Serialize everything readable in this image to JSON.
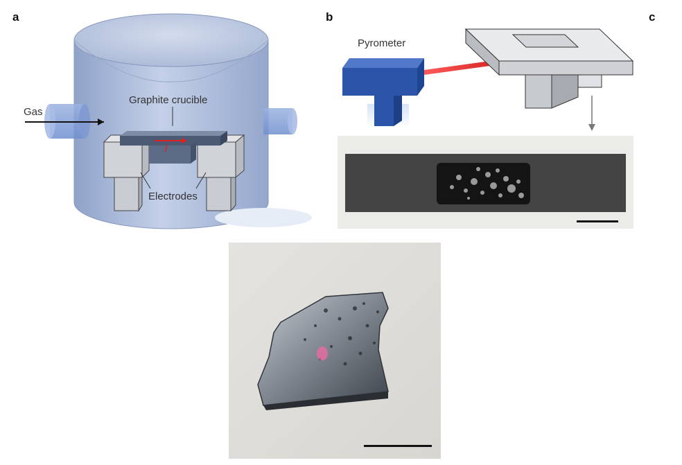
{
  "panels": {
    "a": {
      "letter": "a",
      "gas_label": "Gas",
      "crucible_label": "Graphite crucible",
      "current_label": "I",
      "electrodes_label": "Electrodes"
    },
    "b": {
      "letter": "b",
      "pyrometer_label": "Pyrometer"
    },
    "c": {
      "letter": "c"
    }
  },
  "colors": {
    "chamber": "#a9b8d6",
    "electrode": "#c9ccd2",
    "crucible": "#5c6b86",
    "pyrometer": "#2a55a8",
    "laser": "#e02020",
    "current_arrow": "#e02020"
  }
}
